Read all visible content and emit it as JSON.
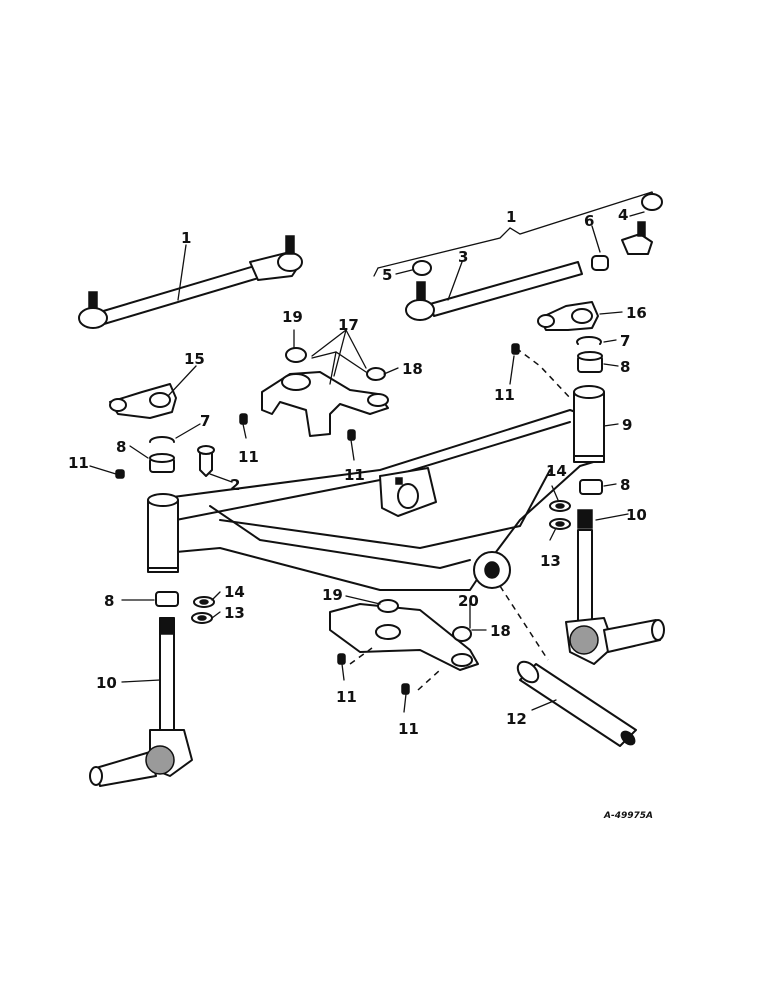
{
  "figure_id": "A-49975A",
  "callouts": [
    {
      "id": "c1a",
      "text": "1"
    },
    {
      "id": "c1b",
      "text": "1"
    },
    {
      "id": "c2",
      "text": "2"
    },
    {
      "id": "c3",
      "text": "3"
    },
    {
      "id": "c4",
      "text": "4"
    },
    {
      "id": "c5",
      "text": "5"
    },
    {
      "id": "c6",
      "text": "6"
    },
    {
      "id": "c7a",
      "text": "7"
    },
    {
      "id": "c7b",
      "text": "7"
    },
    {
      "id": "c8a",
      "text": "8"
    },
    {
      "id": "c8b",
      "text": "8"
    },
    {
      "id": "c8c",
      "text": "8"
    },
    {
      "id": "c8d",
      "text": "8"
    },
    {
      "id": "c9",
      "text": "9"
    },
    {
      "id": "c10a",
      "text": "10"
    },
    {
      "id": "c10b",
      "text": "10"
    },
    {
      "id": "c11a",
      "text": "11"
    },
    {
      "id": "c11b",
      "text": "11"
    },
    {
      "id": "c11c",
      "text": "11"
    },
    {
      "id": "c11d",
      "text": "11"
    },
    {
      "id": "c11e",
      "text": "11"
    },
    {
      "id": "c11f",
      "text": "11"
    },
    {
      "id": "c12",
      "text": "12"
    },
    {
      "id": "c13a",
      "text": "13"
    },
    {
      "id": "c13b",
      "text": "13"
    },
    {
      "id": "c14a",
      "text": "14"
    },
    {
      "id": "c14b",
      "text": "14"
    },
    {
      "id": "c15",
      "text": "15"
    },
    {
      "id": "c16",
      "text": "16"
    },
    {
      "id": "c17",
      "text": "17"
    },
    {
      "id": "c18a",
      "text": "18"
    },
    {
      "id": "c18b",
      "text": "18"
    },
    {
      "id": "c19a",
      "text": "19"
    },
    {
      "id": "c19b",
      "text": "19"
    },
    {
      "id": "c20",
      "text": "20"
    }
  ]
}
